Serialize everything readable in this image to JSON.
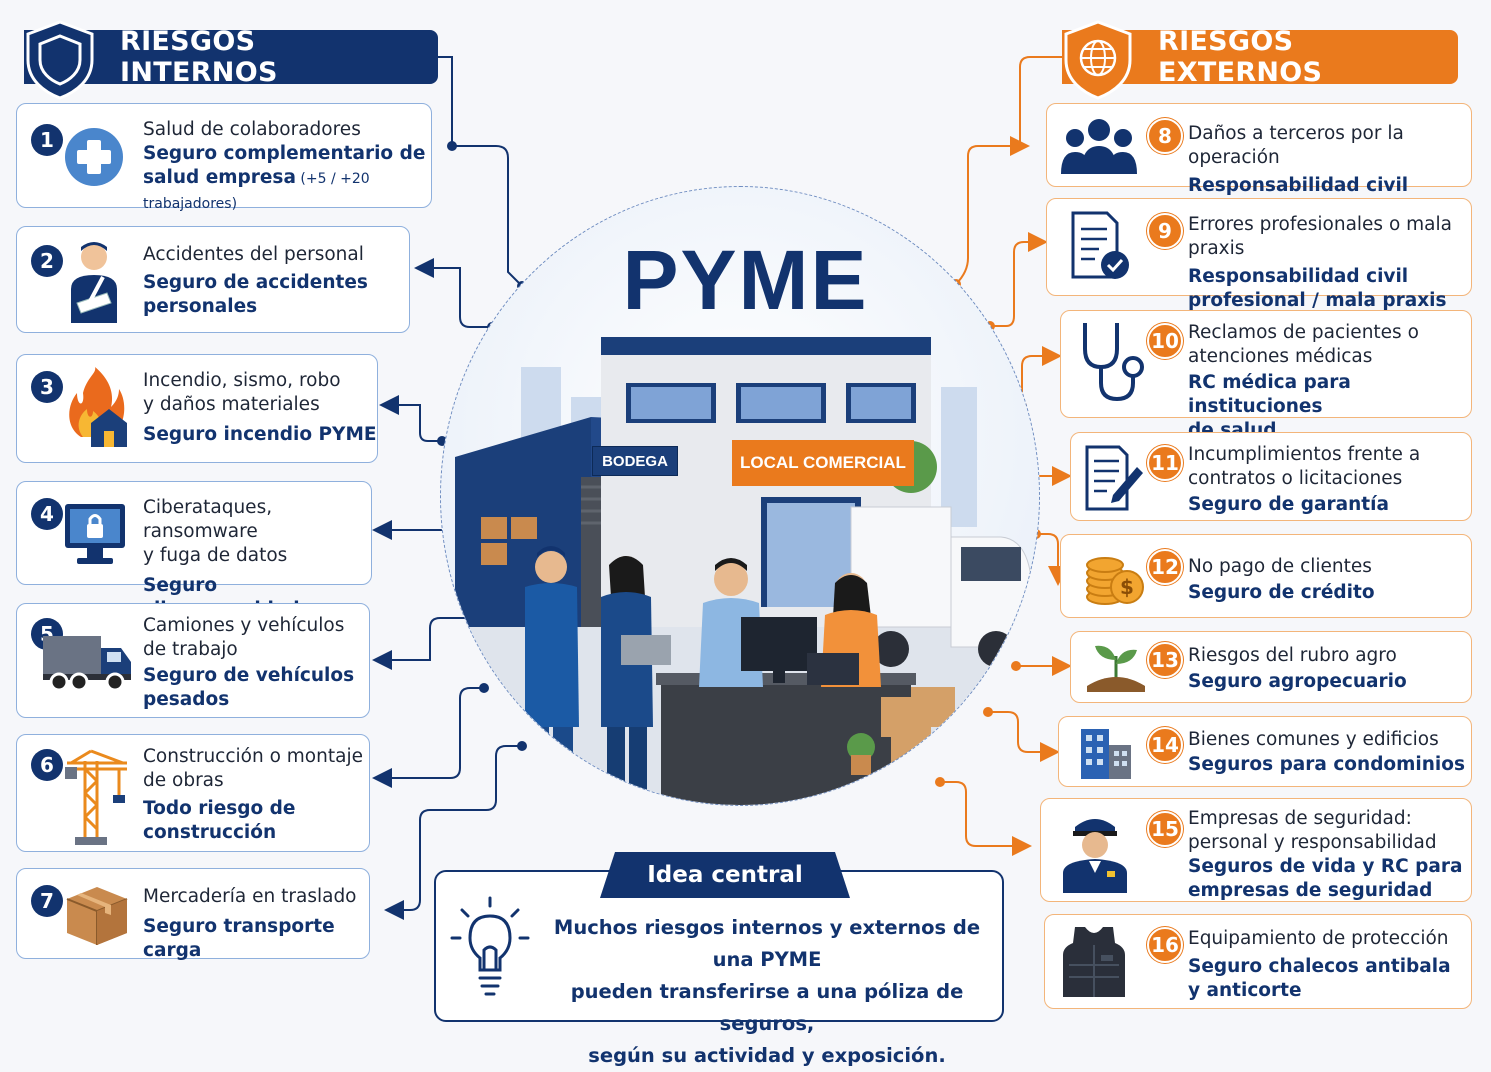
{
  "colors": {
    "navy": "#12336e",
    "orange": "#ea7a1d",
    "card_border_internal": "#8fb0dd",
    "card_border_external": "#f3b57a"
  },
  "header_internal": {
    "title": "RIESGOS INTERNOS",
    "icon": "shield-icon"
  },
  "header_external": {
    "title": "RIESGOS EXTERNOS",
    "icon": "globe-shield-icon"
  },
  "center": {
    "title": "PYME",
    "sign_warehouse": "BODEGA",
    "sign_store": "LOCAL COMERCIAL"
  },
  "internal": [
    {
      "num": "1",
      "risk": "Salud de colaboradores",
      "insurance": "Seguro complementario de\nsalud empresa",
      "note": " (+5 / +20 trabajadores)",
      "icon": "health-cross-icon"
    },
    {
      "num": "2",
      "risk": "Accidentes del personal",
      "insurance": "Seguro de accidentes\npersonales",
      "icon": "injured-worker-icon"
    },
    {
      "num": "3",
      "risk": "Incendio, sismo, robo\ny daños materiales",
      "insurance": "Seguro incendio PYME",
      "icon": "fire-house-icon"
    },
    {
      "num": "4",
      "risk": "Ciberataques, ransomware\ny fuga de datos",
      "insurance": "Seguro ciberseguridad",
      "icon": "monitor-lock-icon"
    },
    {
      "num": "5",
      "risk": "Camiones y vehículos\nde trabajo",
      "insurance": "Seguro de vehículos\npesados",
      "icon": "truck-icon"
    },
    {
      "num": "6",
      "risk": "Construcción o montaje\nde obras",
      "insurance": "Todo riesgo de\nconstrucción",
      "icon": "crane-icon"
    },
    {
      "num": "7",
      "risk": "Mercadería en traslado",
      "insurance": "Seguro transporte carga",
      "icon": "cargo-box-icon"
    }
  ],
  "external": [
    {
      "num": "8",
      "risk": "Daños a terceros por la operación",
      "insurance": "Responsabilidad civil general",
      "icon": "people-group-icon"
    },
    {
      "num": "9",
      "risk": "Errores profesionales o mala praxis",
      "insurance": "Responsabilidad civil\nprofesional / mala praxis",
      "icon": "document-check-icon"
    },
    {
      "num": "10",
      "risk": "Reclamos de pacientes o\natenciones médicas",
      "insurance": "RC médica para instituciones\nde salud",
      "icon": "stethoscope-icon"
    },
    {
      "num": "11",
      "risk": "Incumplimientos frente a\ncontratos o licitaciones",
      "insurance": "Seguro de garantía",
      "icon": "contract-pen-icon"
    },
    {
      "num": "12",
      "risk": "No pago de clientes",
      "insurance": "Seguro de crédito",
      "icon": "coins-icon"
    },
    {
      "num": "13",
      "risk": "Riesgos del rubro agro",
      "insurance": "Seguro agropecuario",
      "icon": "sprout-icon"
    },
    {
      "num": "14",
      "risk": "Bienes comunes y edificios",
      "insurance": "Seguros para condominios",
      "icon": "buildings-icon"
    },
    {
      "num": "15",
      "risk": "Empresas de seguridad:\npersonal y responsabilidad",
      "insurance": "Seguros de vida y RC para\nempresas de seguridad",
      "icon": "security-guard-icon"
    },
    {
      "num": "16",
      "risk": "Equipamiento de protección",
      "insurance": "Seguro chalecos antibala\ny anticorte",
      "icon": "vest-icon"
    }
  ],
  "idea": {
    "title": "Idea central",
    "text": "Muchos riesgos internos y externos de una PYME\npueden transferirse a una póliza de seguros,\nsegún su actividad y exposición.",
    "icon": "lightbulb-icon"
  }
}
